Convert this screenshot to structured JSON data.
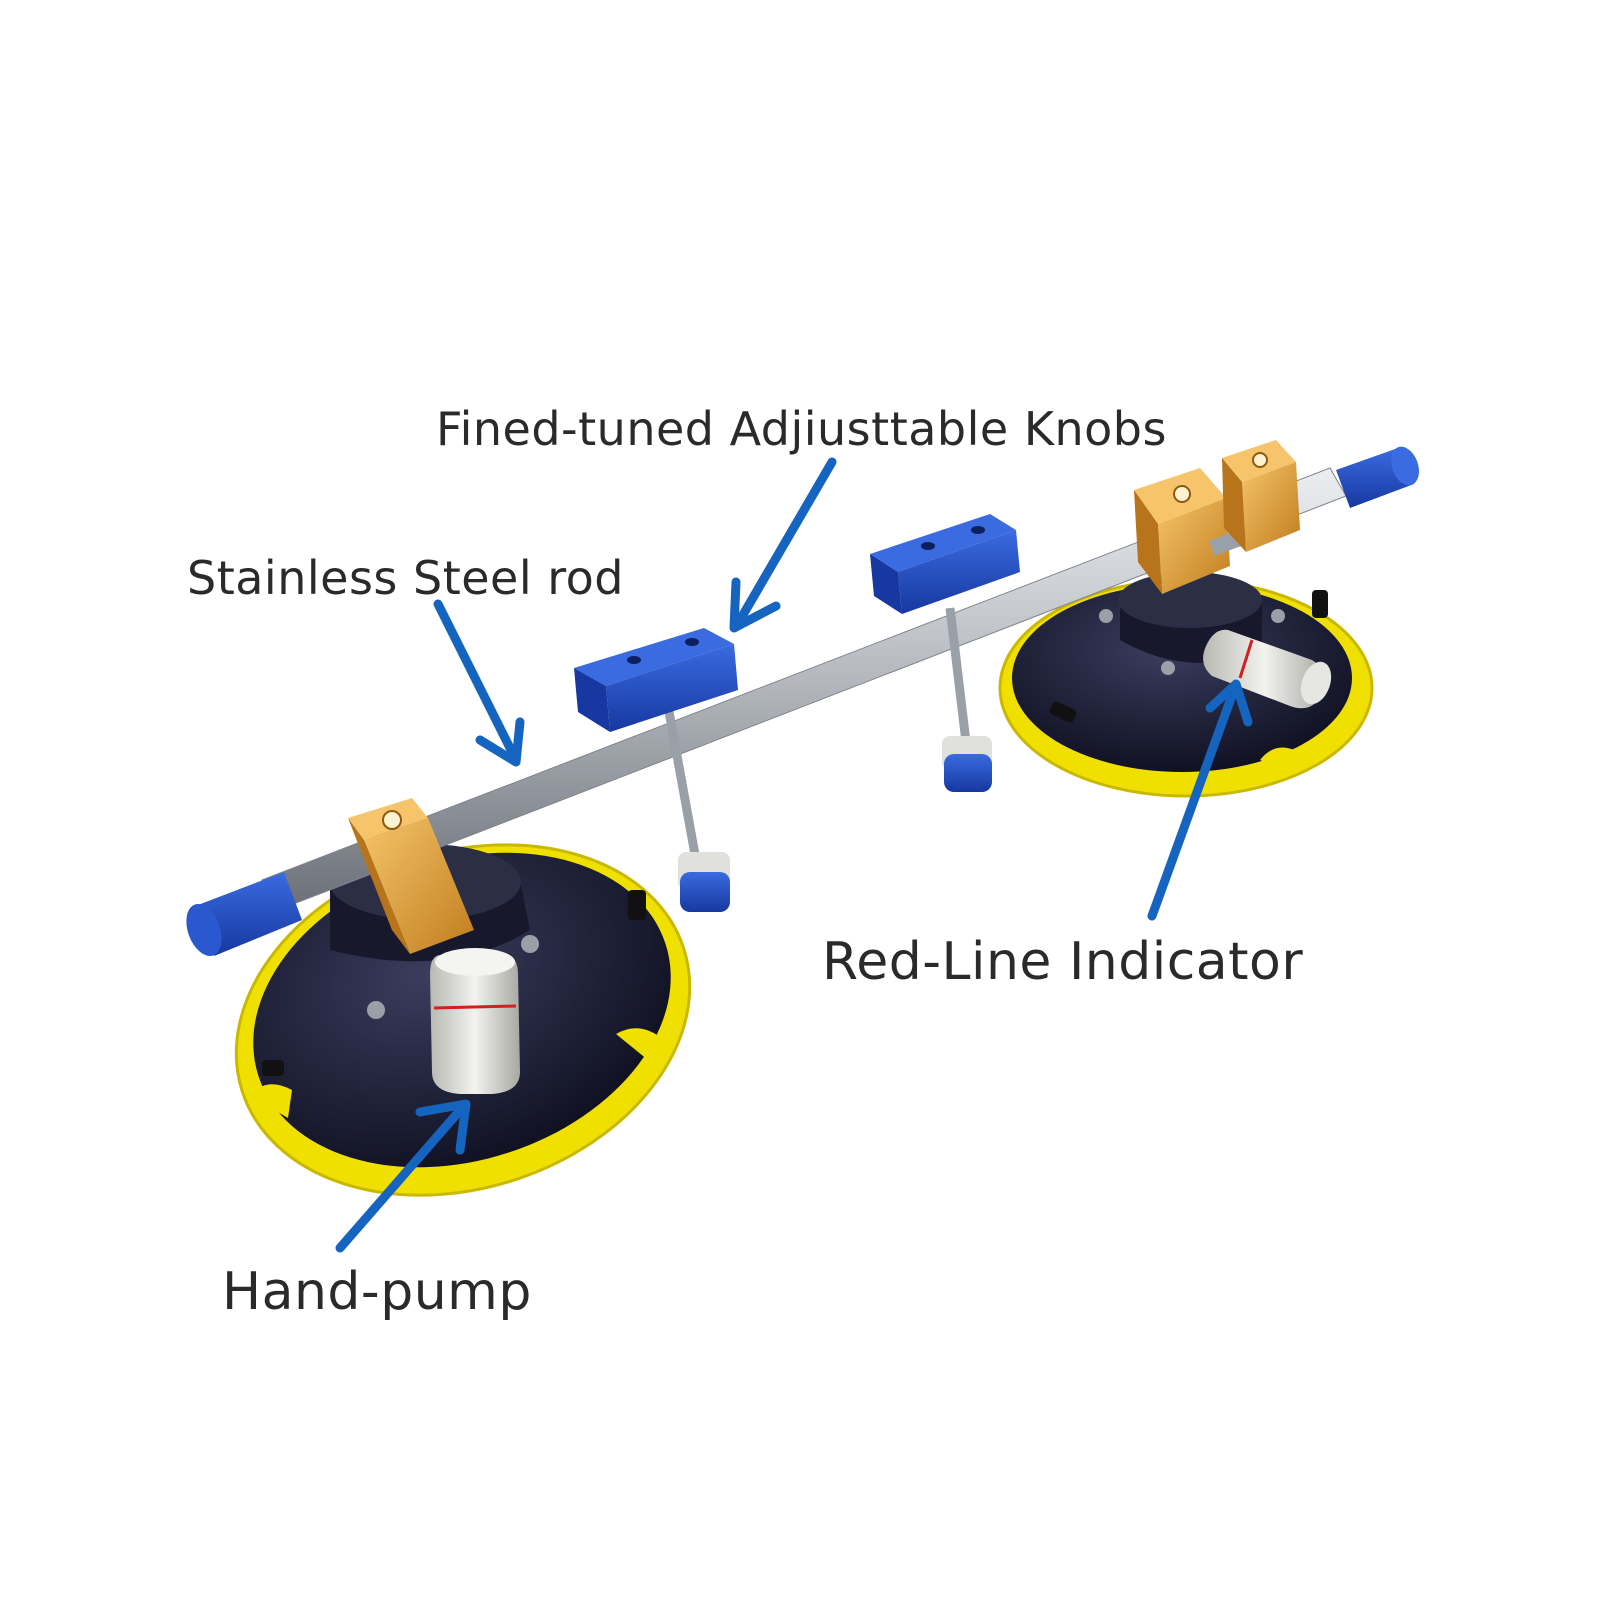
{
  "labels": {
    "knobs": "Fined-tuned Adjiusttable Knobs",
    "rod": "Stainless Steel rod",
    "indicator": "Red-Line Indicator",
    "pump": "Hand-pump"
  },
  "colors": {
    "arrow": "#1565c0",
    "yellow_rim": "#f0e000",
    "cup_body": "#15162e",
    "anodized_blue": "#1f4fc4",
    "anodized_orange": "#e0a23a",
    "steel": "#b8bcc2",
    "plunger": "#d8d8d4"
  }
}
